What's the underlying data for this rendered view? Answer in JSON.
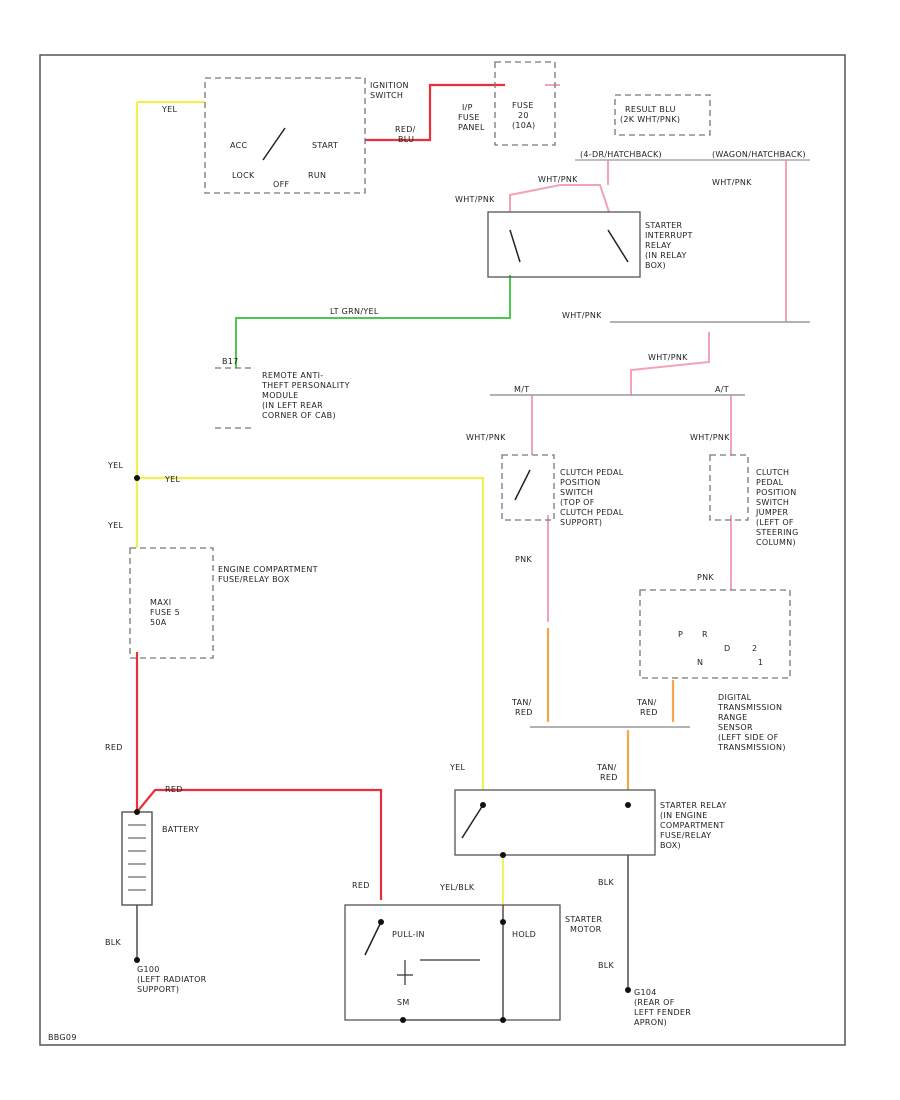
{
  "diagram": {
    "figure_id": "BBG09",
    "colors": {
      "yellow": "#f2ee55",
      "red": "#e8303a",
      "pink": "#f2a4b4",
      "green": "#4cc94c",
      "orange": "#f4a64a",
      "gray": "#c8c8c8",
      "black": "#333333"
    },
    "ignition_switch": {
      "acc": "ACC",
      "lock": "LOCK",
      "off": "OFF",
      "start": "START",
      "run": "RUN",
      "ignition_switch_label": [
        "IGNITION",
        "SWITCH"
      ]
    },
    "wires": {
      "yel": "YEL",
      "red": "RED",
      "blk": "BLK",
      "pnk": "PNK",
      "lt_grn_yel": "LT GRN/YEL",
      "red_blu": [
        "RED/",
        "BLU"
      ],
      "tan_red": [
        "TAN/",
        "RED"
      ],
      "yel_blk": "YEL/BLK",
      "wht_pnk": "WHT/PNK"
    },
    "fuse_panel": {
      "ip_fuse_panel": [
        "I/P",
        "FUSE",
        "PANEL"
      ],
      "fuse": [
        "FUSE",
        "20",
        "(10A)"
      ]
    },
    "connectors": {
      "c_left": "(4-DR/HATCHBACK)",
      "c_right": "(WAGON/HATCHBACK)",
      "mt": "M/T",
      "at": "A/T",
      "b17": "B17"
    },
    "components": {
      "result_blu": [
        "RESULT BLU",
        "(2K WHT/PNK)"
      ],
      "starter_interrupt": [
        "STARTER",
        "INTERRUPT",
        "RELAY",
        "(IN RELAY",
        "BOX)"
      ],
      "remote_anti_theft": [
        "REMOTE ANTI-",
        "THEFT PERSONALITY",
        "MODULE",
        "(IN LEFT REAR",
        "CORNER OF CAB)"
      ],
      "clutch_switch": [
        "CLUTCH PEDAL",
        "POSITION",
        "SWITCH",
        "(TOP OF",
        "CLUTCH PEDAL",
        "SUPPORT)"
      ],
      "clutch_jumper": [
        "CLUTCH",
        "PEDAL",
        "POSITION",
        "SWITCH",
        "JUMPER",
        "(LEFT OF",
        "STEERING",
        "COLUMN)"
      ],
      "engine_fuse_box": [
        "ENGINE COMPARTMENT",
        "FUSE/RELAY BOX"
      ],
      "maxi_fuse": [
        "MAXI",
        "FUSE 5",
        "50A"
      ],
      "digital_tr_sensor": [
        "DIGITAL",
        "TRANSMISSION",
        "RANGE",
        "SENSOR",
        "(LEFT SIDE OF",
        "TRANSMISSION)"
      ],
      "tr_positions": [
        "P",
        "R",
        "N",
        "D",
        "2",
        "1"
      ],
      "battery": "BATTERY",
      "starter_relay": [
        "STARTER RELAY",
        "(IN ENGINE",
        "COMPARTMENT",
        "FUSE/RELAY",
        "BOX)"
      ],
      "starter_motor": [
        "STARTER",
        "MOTOR"
      ],
      "pull_in": "PULL-IN",
      "hold": "HOLD",
      "sm": "SM",
      "g100": [
        "G100",
        "(LEFT RADIATOR",
        "SUPPORT)"
      ],
      "g104": [
        "G104",
        "(REAR OF",
        "LEFT FENDER",
        "APRON)"
      ]
    }
  }
}
